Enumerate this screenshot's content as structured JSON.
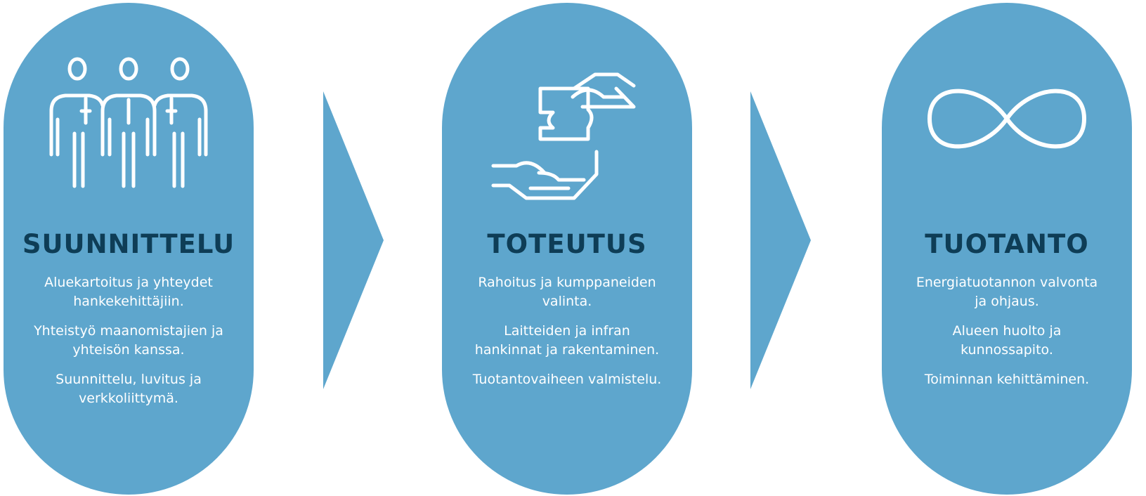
{
  "colors": {
    "pill": "#5ea6cd",
    "title": "#0e3d56",
    "text": "#ffffff",
    "arrow": "#5ea6cd"
  },
  "phases": [
    {
      "title": "SUUNNITTELU",
      "icon": "team-people-icon",
      "items": [
        "Aluekartoitus ja yhteydet hankekehittäjiin.",
        "Yhteistyö maanomistajien ja yhteisön kanssa.",
        "Suunnittelu, luvitus ja verkkoliittymä."
      ]
    },
    {
      "title": "TOTEUTUS",
      "icon": "hands-puzzle-icon",
      "items": [
        "Rahoitus ja kumppaneiden valinta.",
        "Laitteiden ja infran hankinnat ja rakentaminen.",
        "Tuotantovaiheen valmistelu."
      ]
    },
    {
      "title": "TUOTANTO",
      "icon": "infinity-icon",
      "items": [
        "Energiatuotannon valvonta ja ohjaus.",
        "Alueen huolto ja kunnossapito.",
        "Toiminnan kehittäminen."
      ]
    }
  ],
  "arrows": [
    "arrow-right-icon",
    "arrow-right-icon"
  ]
}
